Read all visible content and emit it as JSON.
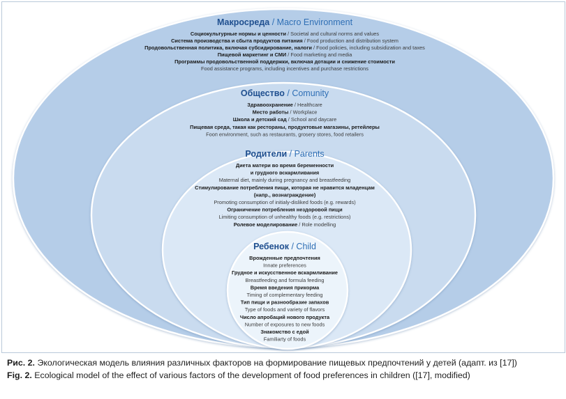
{
  "colors": {
    "macro_fill": "#b5cde8",
    "community_fill": "#c9dbef",
    "parents_fill": "#dbe8f6",
    "child_fill": "#ecf4fb",
    "ring_stroke": "#ffffff",
    "heading_ru": "#1f4f8f",
    "heading_en": "#2f6fb5"
  },
  "rings": [
    {
      "key": "macro",
      "heading_ru": "Макросреда",
      "heading_en": "Macro Environment",
      "lines": [
        {
          "ru": "Социокультурные нормы и ценности",
          "en": "Societal and cultural norms and values"
        },
        {
          "ru": "Система производства и сбыта продуктов питания",
          "en": "Food production and distribution system"
        },
        {
          "ru": "Продовольственная политика, включая субсидирование, налоги",
          "en": "Food policies, including subsidization and taxes"
        },
        {
          "ru": "Пищевой маркетинг и СМИ",
          "en": "Food marketing and media"
        },
        {
          "ru": "Программы продовольственной поддержки, включая дотации и снижение стоимости",
          "en": ""
        },
        {
          "ru": "",
          "en": "Food assistance programs, including incentives and purchase restrictions"
        }
      ]
    },
    {
      "key": "community",
      "heading_ru": "Общество",
      "heading_en": "Comunity",
      "lines": [
        {
          "ru": "Здравоохранение",
          "en": "Healthcare"
        },
        {
          "ru": "Место работы",
          "en": "Workplace"
        },
        {
          "ru": "Школа и детский сад",
          "en": "School and daycare"
        },
        {
          "ru": "Пищевая среда, такая как рестораны, продуктовые магазины, ретейлеры",
          "en": ""
        },
        {
          "ru": "",
          "en": "Fooп environment, such as restaurants, grosery stores, food retailers"
        }
      ]
    },
    {
      "key": "parents",
      "heading_ru": "Родители",
      "heading_en": "Parents",
      "lines": [
        {
          "ru": "Диета матери во время беременности",
          "en": ""
        },
        {
          "ru": "и грудного вскармливания",
          "en": ""
        },
        {
          "ru": "",
          "en": "Maternal diet, mainly during pregnancy and breastfeeding"
        },
        {
          "ru": "Стимулирование потребления пищи, которая не нравится младенцам",
          "en": ""
        },
        {
          "ru": "(напр., вознаграждение)",
          "en": ""
        },
        {
          "ru": "",
          "en": "Promoting consumption of initialy-disliked foods (e.g. rewards)"
        },
        {
          "ru": "Ограничение потребления нездоровой пищи",
          "en": ""
        },
        {
          "ru": "",
          "en": "Limiting consumption of unhealthy foods (e.g. restrictions)"
        },
        {
          "ru": "Ролевое моделирование",
          "en": "Role modelling"
        }
      ]
    },
    {
      "key": "child",
      "heading_ru": "Ребенок",
      "heading_en": "Child",
      "lines": [
        {
          "ru": "Врожденные предпочтения",
          "en": ""
        },
        {
          "ru": "",
          "en": "Innate preferences"
        },
        {
          "ru": "Грудное и искусственное вскармливание",
          "en": ""
        },
        {
          "ru": "",
          "en": "Breastfeeding and formula feeding"
        },
        {
          "ru": "Время введения прикорма",
          "en": ""
        },
        {
          "ru": "",
          "en": "Timing of complementary feeding"
        },
        {
          "ru": "Тип пищи и разнообразие запахов",
          "en": ""
        },
        {
          "ru": "",
          "en": "Type of foods and variety of flavors"
        },
        {
          "ru": "Число апробаций нового продукта",
          "en": ""
        },
        {
          "ru": "",
          "en": "Number of exposures to new foods"
        },
        {
          "ru": "Знакомство с едой",
          "en": ""
        },
        {
          "ru": "",
          "en": "Familiarty of foods"
        }
      ]
    }
  ],
  "caption": {
    "ru_label": "Рис. 2.",
    "ru_text": "Экологическая модель влияния различных факторов на формирование пищевых предпочтений у детей (адапт. из [17])",
    "en_label": "Fig. 2.",
    "en_text": "Ecological model of the effect of various factors of the development of food preferences in children ([17], modified)"
  }
}
